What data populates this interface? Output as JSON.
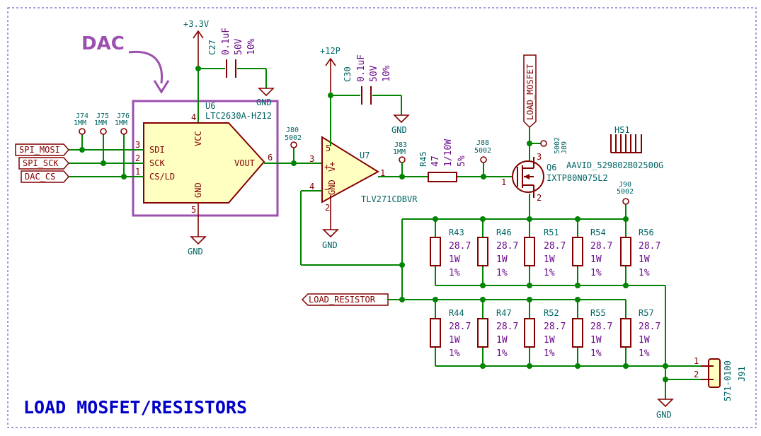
{
  "annotation": {
    "dac_label": "DAC",
    "title": "LOAD MOSFET/RESISTORS"
  },
  "power": {
    "v33": "+3.3V",
    "v12p": "+12P",
    "gnd": "GND"
  },
  "global_labels": {
    "spi_mosi": "SPI_MOSI",
    "spi_sck": "SPI_SCK",
    "dac_cs": "DAC_CS",
    "load_mosfet": "LOAD_MOSFET",
    "load_resistor": "LOAD_RESISTOR"
  },
  "testpoints": {
    "j74": "J74",
    "j75": "J75",
    "j76": "J76",
    "mm": "1MM",
    "j80": "J80",
    "j83": "J83",
    "j88": "J88",
    "j89": "J89",
    "j90": "J90",
    "tp5002": "5002"
  },
  "c27": {
    "ref": "C27",
    "value": "0.1uF",
    "voltage": "50V",
    "tolerance": "10%"
  },
  "c30": {
    "ref": "C30",
    "value": "0.1uF",
    "voltage": "50V",
    "tolerance": "10%"
  },
  "u6": {
    "ref": "U6",
    "part": "LTC2630A-HZ12",
    "pins": {
      "sdi": "SDI",
      "sck": "SCK",
      "csld": "CS/LD",
      "vcc": "VCC",
      "gnd": "GND",
      "vout": "VOUT"
    },
    "pin_numbers": [
      "3",
      "2",
      "1",
      "4",
      "5",
      "6"
    ]
  },
  "u7": {
    "ref": "U7",
    "part": "TLV271CDBVR",
    "pins": {
      "vplus": "V+",
      "gnd": "GND",
      "plus": "+",
      "minus": "−"
    },
    "pin_numbers": [
      "3",
      "4",
      "5",
      "2",
      "1"
    ]
  },
  "r45": {
    "ref": "R45",
    "value": "47",
    "power": "1/10W",
    "tolerance": "5%"
  },
  "q6": {
    "ref": "Q6",
    "part": "IXTP80N075L2",
    "pin_numbers": [
      "1",
      "2",
      "3"
    ]
  },
  "hs1": {
    "ref": "HS1",
    "part": "AAVID_529802B02500G"
  },
  "resistors_top": [
    {
      "ref": "R43",
      "value": "28.7",
      "power": "1W",
      "tol": "1%"
    },
    {
      "ref": "R46",
      "value": "28.7",
      "power": "1W",
      "tol": "1%"
    },
    {
      "ref": "R51",
      "value": "28.7",
      "power": "1W",
      "tol": "1%"
    },
    {
      "ref": "R54",
      "value": "28.7",
      "power": "1W",
      "tol": "1%"
    },
    {
      "ref": "R56",
      "value": "28.7",
      "power": "1W",
      "tol": "1%"
    }
  ],
  "resistors_bottom": [
    {
      "ref": "R44",
      "value": "28.7",
      "power": "1W",
      "tol": "1%"
    },
    {
      "ref": "R47",
      "value": "28.7",
      "power": "1W",
      "tol": "1%"
    },
    {
      "ref": "R52",
      "value": "28.7",
      "power": "1W",
      "tol": "1%"
    },
    {
      "ref": "R55",
      "value": "28.7",
      "power": "1W",
      "tol": "1%"
    },
    {
      "ref": "R57",
      "value": "28.7",
      "power": "1W",
      "tol": "1%"
    }
  ],
  "j91": {
    "ref": "J91",
    "part": "571-0100",
    "pin_numbers": [
      "1",
      "2"
    ]
  }
}
